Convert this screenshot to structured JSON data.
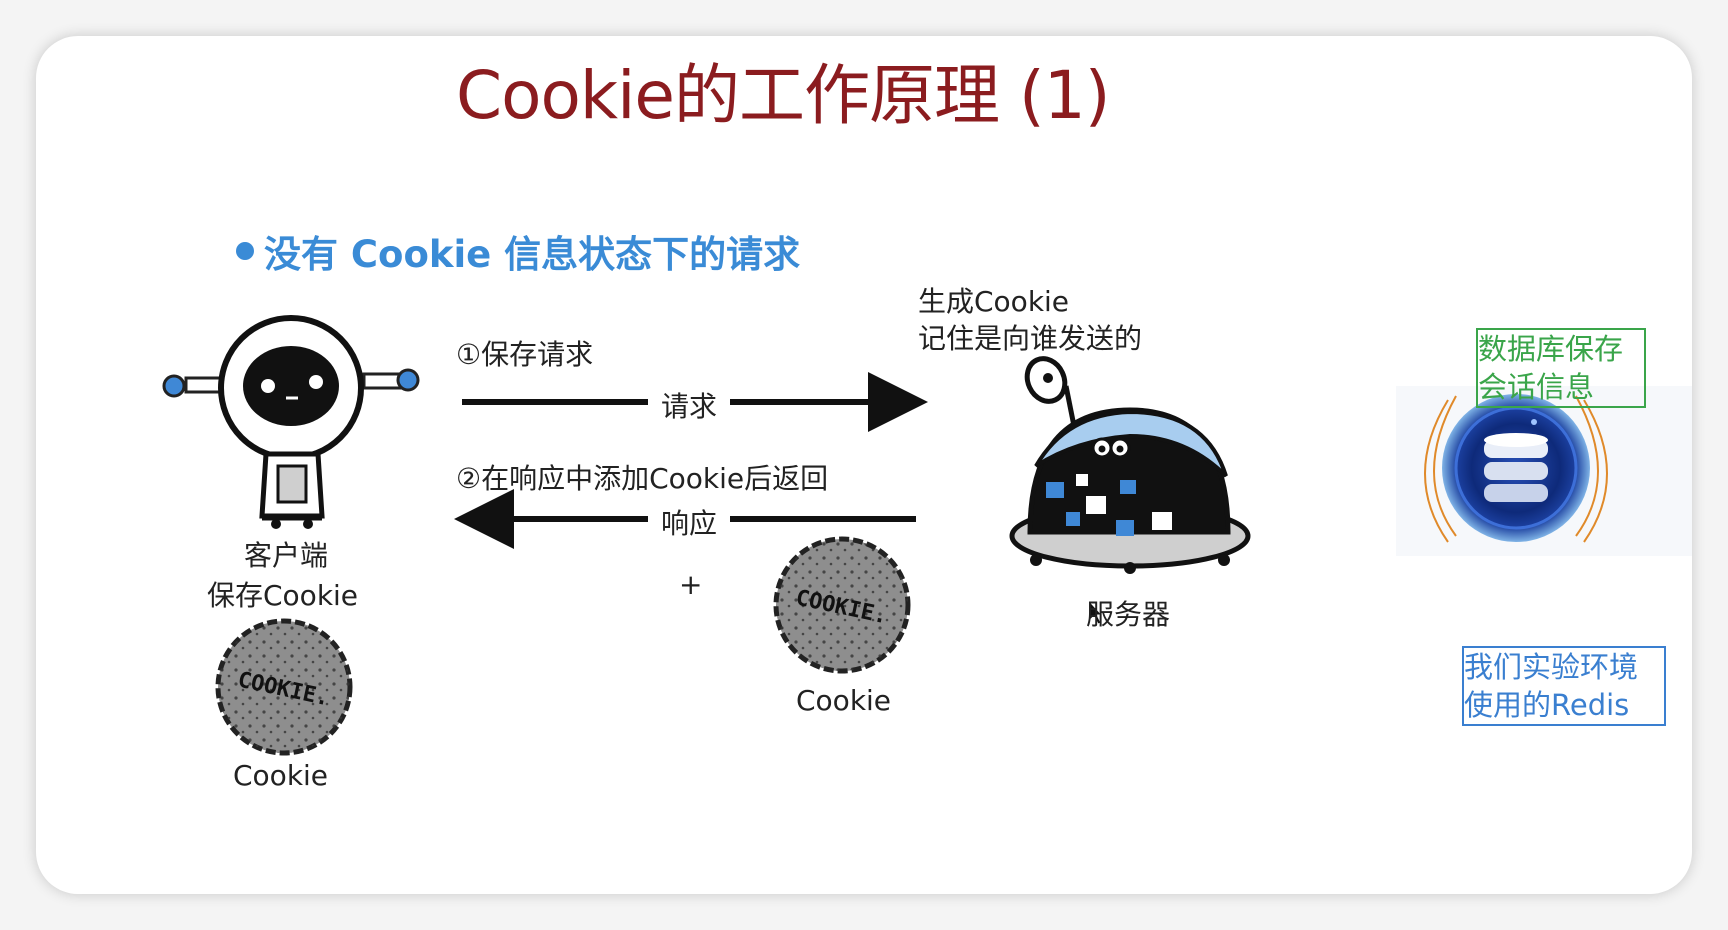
{
  "title": "Cookie的工作原理 (1)",
  "subtitle": "没有 Cookie 信息状态下的请求",
  "client": {
    "label_line1": "客户端",
    "label_line2": "保存Cookie",
    "cookie_label": "Cookie"
  },
  "server": {
    "label": "服务器",
    "note_line1": "生成Cookie",
    "note_line2": "记住是向谁发送的"
  },
  "step1": {
    "label": "①保存请求",
    "arrow_label": "请求"
  },
  "step2": {
    "label": "②在响应中添加Cookie后返回",
    "arrow_label": "响应",
    "plus": "+",
    "cookie_label": "Cookie"
  },
  "cookie_text": "COOKIE.",
  "annotations": {
    "db_note_line1": "数据库保存",
    "db_note_line2": "会话信息",
    "redis_note_line1": "我们实验环境",
    "redis_note_line2": "使用的Redis"
  },
  "colors": {
    "title": "#8b1c1f",
    "subtitle": "#3a8bd6",
    "green_note": "#3aa54a",
    "blue_note": "#3a7fd0",
    "cookie_fill": "#8e8e8e"
  }
}
